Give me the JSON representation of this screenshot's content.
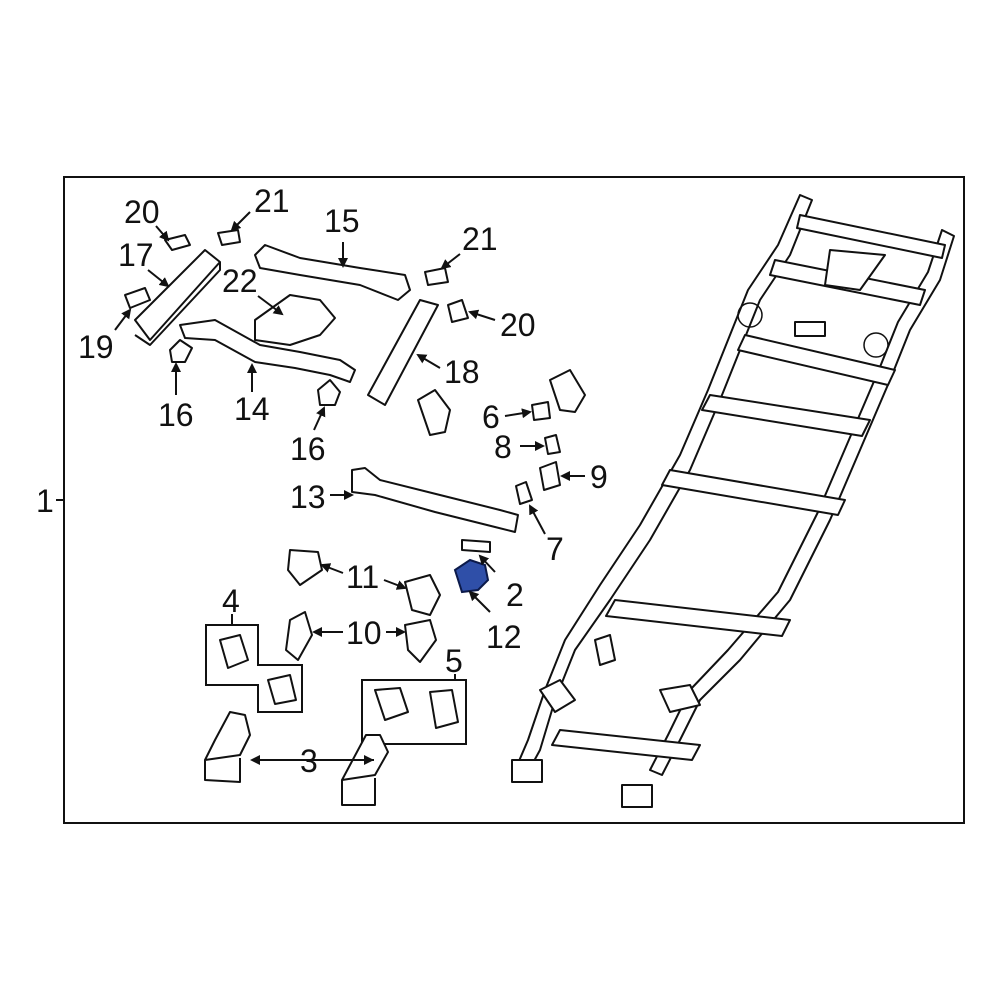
{
  "diagram": {
    "assembly_label": "1",
    "highlight_color": "#2f4fa8",
    "callouts": [
      {
        "id": "c2",
        "text": "2"
      },
      {
        "id": "c3",
        "text": "3"
      },
      {
        "id": "c4",
        "text": "4"
      },
      {
        "id": "c5",
        "text": "5"
      },
      {
        "id": "c6",
        "text": "6"
      },
      {
        "id": "c7",
        "text": "7"
      },
      {
        "id": "c8",
        "text": "8"
      },
      {
        "id": "c9",
        "text": "9"
      },
      {
        "id": "c10",
        "text": "10"
      },
      {
        "id": "c11",
        "text": "11"
      },
      {
        "id": "c12",
        "text": "12"
      },
      {
        "id": "c13",
        "text": "13"
      },
      {
        "id": "c14",
        "text": "14"
      },
      {
        "id": "c15",
        "text": "15"
      },
      {
        "id": "c16a",
        "text": "16"
      },
      {
        "id": "c16b",
        "text": "16"
      },
      {
        "id": "c17",
        "text": "17"
      },
      {
        "id": "c18",
        "text": "18"
      },
      {
        "id": "c19",
        "text": "19"
      },
      {
        "id": "c20a",
        "text": "20"
      },
      {
        "id": "c20b",
        "text": "20"
      },
      {
        "id": "c21a",
        "text": "21"
      },
      {
        "id": "c21b",
        "text": "21"
      },
      {
        "id": "c22",
        "text": "22"
      }
    ]
  }
}
